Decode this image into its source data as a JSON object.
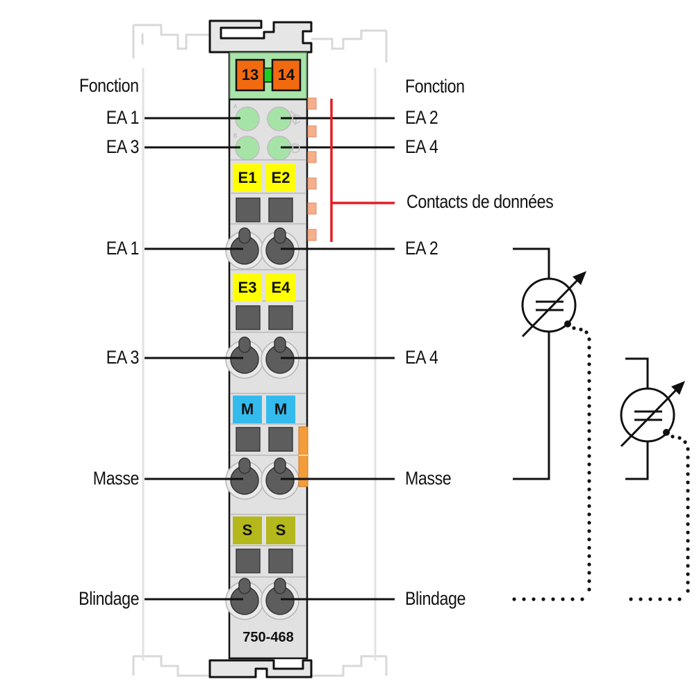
{
  "diagram": {
    "module_number": "750-468",
    "top_terminals": [
      "13",
      "14"
    ],
    "led_letters": [
      "A",
      "B",
      "C",
      "D"
    ],
    "left_labels": {
      "header": "Fonction",
      "led_1": "EA 1",
      "led_3": "EA 3",
      "terminal_ea1": "EA 1",
      "terminal_ea3": "EA 3",
      "ground": "Masse",
      "shield": "Blindage"
    },
    "right_labels": {
      "header": "Fonction",
      "led_2": "EA 2",
      "led_4": "EA 4",
      "data_contacts": "Contacts de données",
      "terminal_ea2": "EA 2",
      "terminal_ea4": "EA 4",
      "ground": "Masse",
      "shield": "Blindage"
    },
    "slots": {
      "row1": [
        "E1",
        "E2"
      ],
      "row2": [
        "E3",
        "E4"
      ],
      "row3": [
        "M",
        "M"
      ],
      "row4": [
        "S",
        "S"
      ]
    },
    "colors": {
      "led_green": "#a6e3a6",
      "input_yellow": "#ffff00",
      "ground_blue": "#33bbee",
      "shield_olive": "#b5b81b",
      "terminal_orange": "#f26a10",
      "data_contact_red": "#e31e24",
      "module_gray": "#e1e1e1",
      "header_green": "#a9e5a9"
    }
  }
}
